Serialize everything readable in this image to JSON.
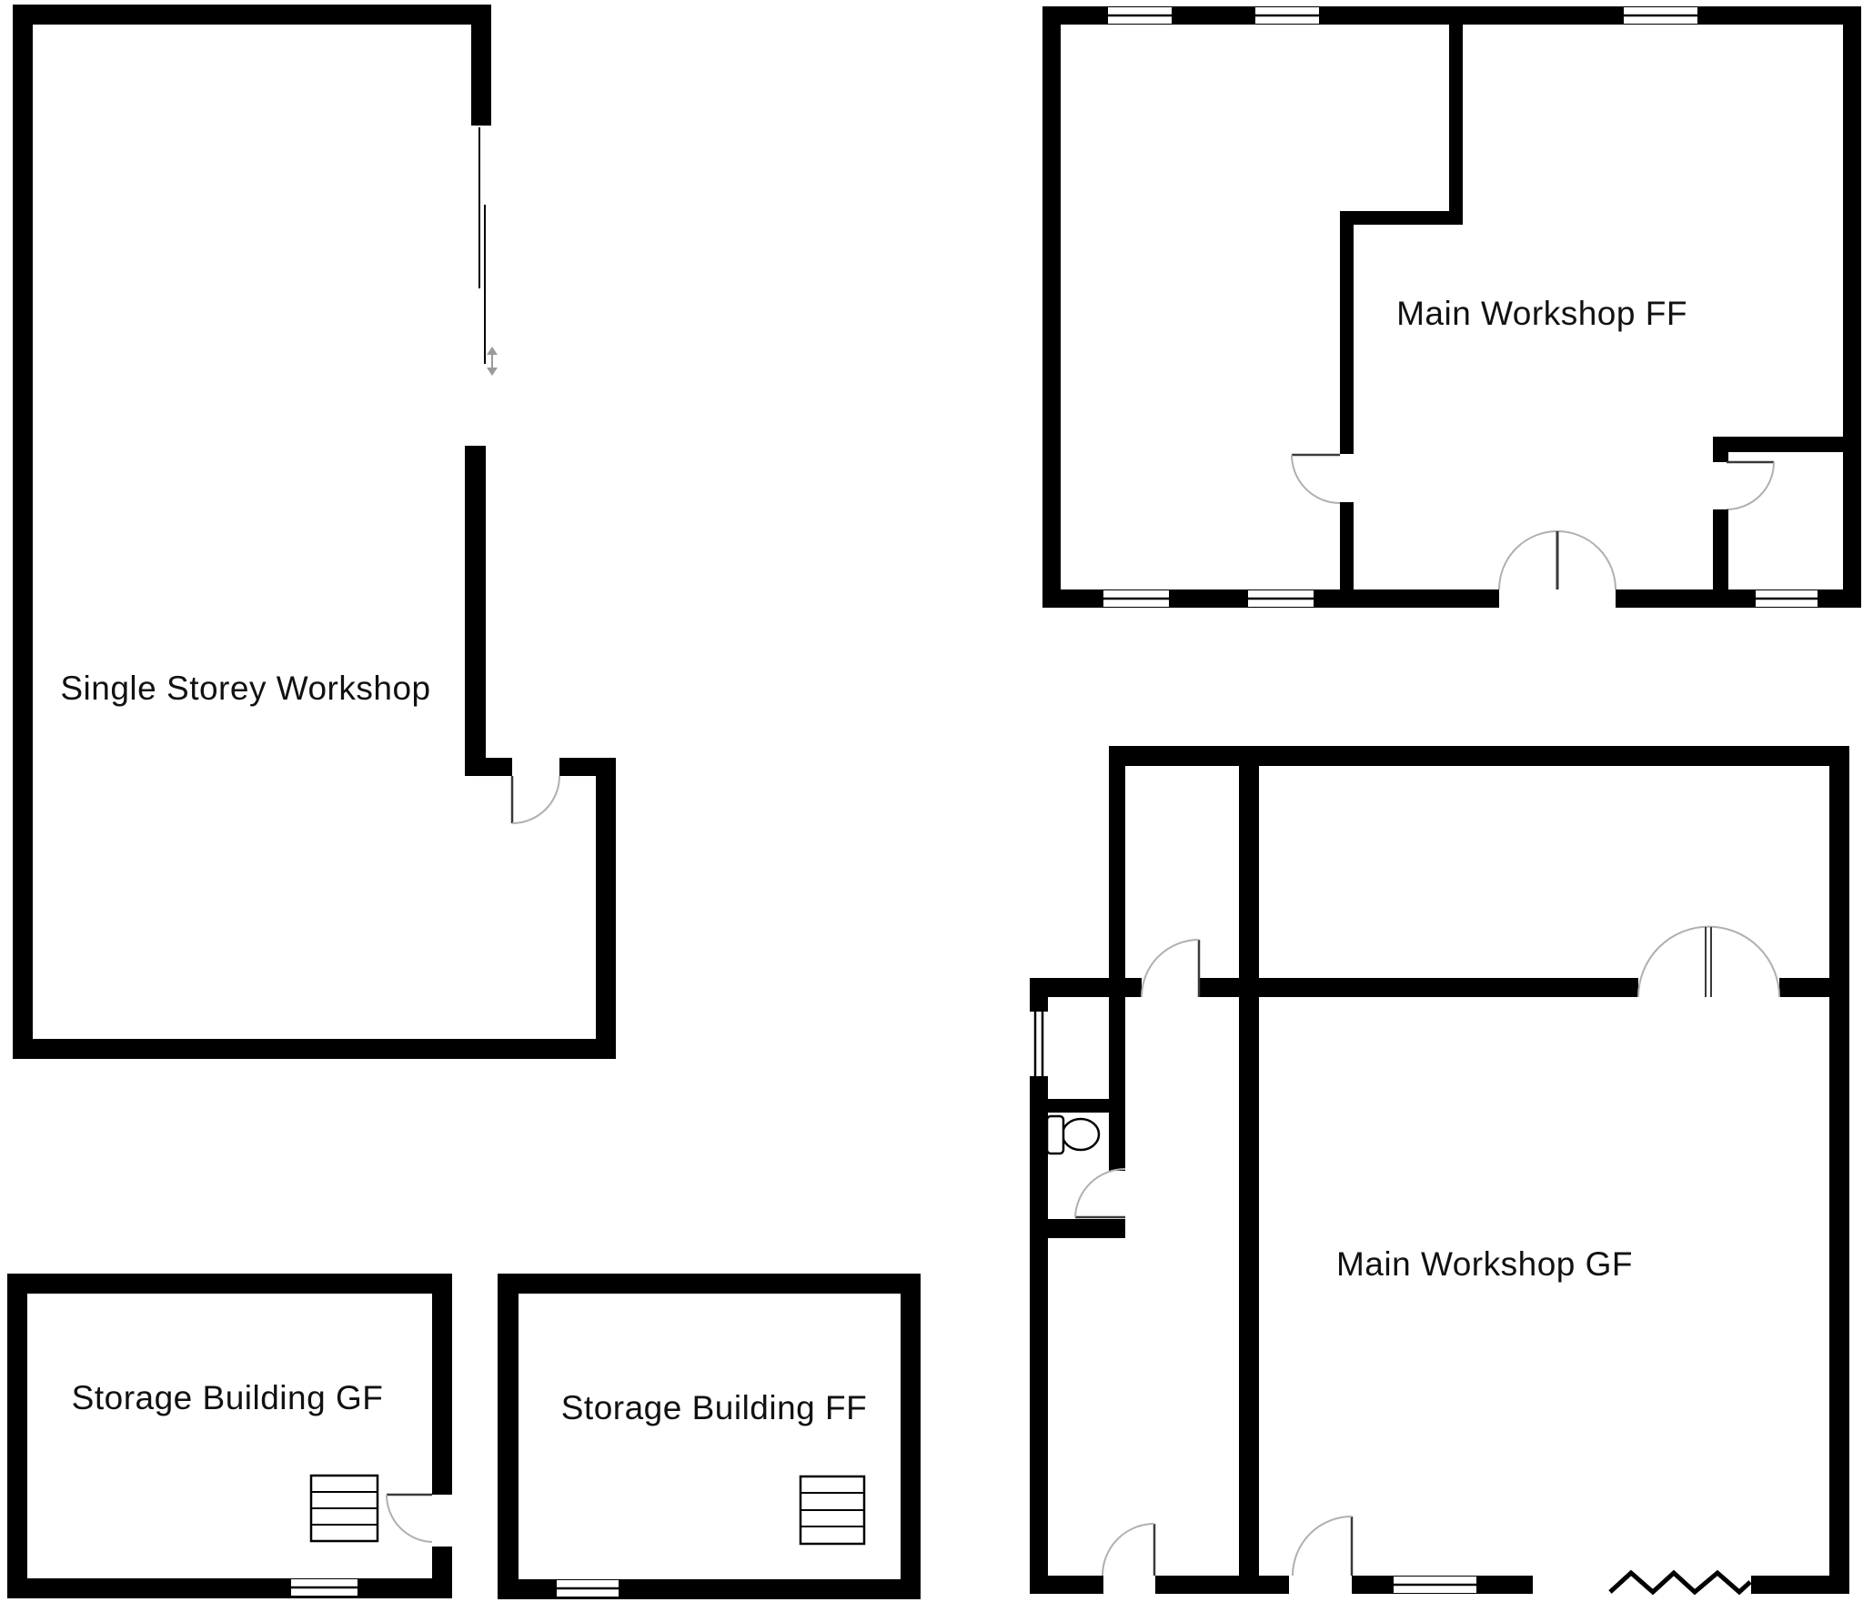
{
  "floorplan": {
    "background_color": "#ffffff",
    "wall_color": "#000000",
    "door_arc_color": "#b0b0b0",
    "door_leaf_color": "#3a3a3a",
    "rooms": [
      {
        "id": "single-storey-workshop",
        "label": "Single Storey Workshop"
      },
      {
        "id": "main-workshop-ff",
        "label": "Main Workshop FF"
      },
      {
        "id": "main-workshop-gf",
        "label": "Main Workshop GF"
      },
      {
        "id": "storage-building-gf",
        "label": "Storage Building GF"
      },
      {
        "id": "storage-building-ff",
        "label": "Storage Building FF"
      }
    ],
    "symbols": [
      "toilet-icon",
      "stairs-icon",
      "window-icon",
      "door-swing-icon",
      "double-door-icon",
      "sliding-door-icon",
      "resize-arrow-icon",
      "zigzag-break-icon"
    ]
  }
}
